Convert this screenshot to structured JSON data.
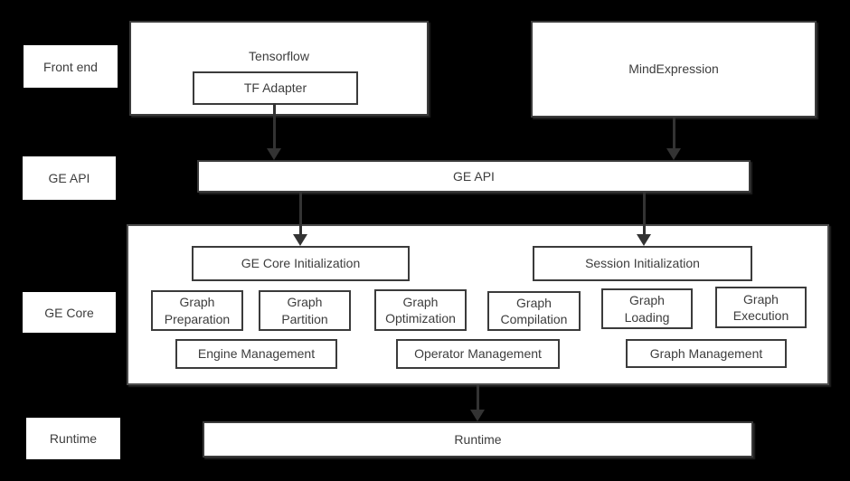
{
  "colors": {
    "background": "#000000",
    "box_fill": "#ffffff",
    "box_border": "#3b3b3b",
    "container_border": "#4d4d4d",
    "text": "#3d3d3d",
    "arrow": "#333333"
  },
  "side_labels": {
    "front_end": "Front end",
    "ge_api": "GE API",
    "ge_core": "GE Core",
    "runtime": "Runtime"
  },
  "front_end": {
    "tensorflow_label": "Tensorflow",
    "tf_adapter_label": "TF Adapter",
    "mind_expression_label": "MindExpression"
  },
  "ge_api": {
    "label": "GE API"
  },
  "ge_core": {
    "init": [
      {
        "label": "GE Core Initialization"
      },
      {
        "label": "Session Initialization"
      }
    ],
    "stages": [
      {
        "label": "Graph Preparation"
      },
      {
        "label": "Graph Partition"
      },
      {
        "label": "Graph Optimization"
      },
      {
        "label": "Graph Compilation"
      },
      {
        "label": "Graph Loading"
      },
      {
        "label": "Graph Execution"
      }
    ],
    "management": [
      {
        "label": "Engine Management"
      },
      {
        "label": "Operator Management"
      },
      {
        "label": "Graph Management"
      }
    ]
  },
  "runtime": {
    "label": "Runtime"
  }
}
